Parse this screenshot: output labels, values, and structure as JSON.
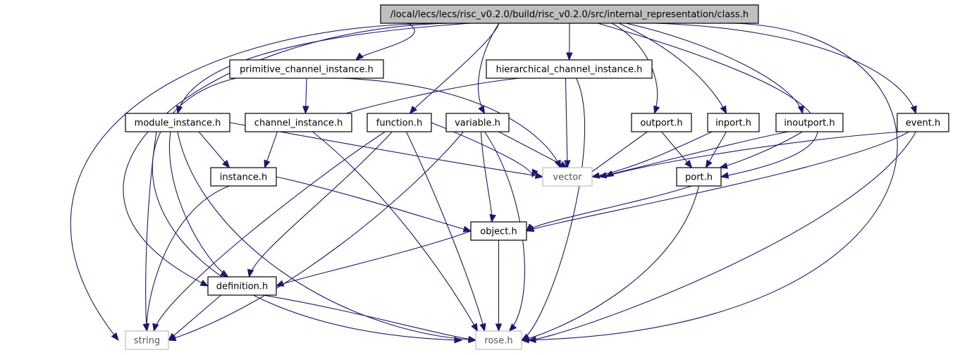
{
  "graph": {
    "root_label": "/local/lecs/lecs/risc_v0.2.0/build/risc_v0.2.0/src/internal_representation/class.h",
    "nodes": {
      "root": "/local/lecs/lecs/risc_v0.2.0/build/risc_v0.2.0/src/internal_representation/class.h",
      "primitive_channel_instance": "primitive_channel_instance.h",
      "hierarchical_channel_instance": "hierarchical_channel_instance.h",
      "module_instance": "module_instance.h",
      "channel_instance": "channel_instance.h",
      "function": "function.h",
      "variable": "variable.h",
      "outport": "outport.h",
      "inport": "inport.h",
      "inoutport": "inoutport.h",
      "event": "event.h",
      "instance": "instance.h",
      "vector": "vector",
      "port": "port.h",
      "object": "object.h",
      "definition": "definition.h",
      "string": "string",
      "rose": "rose.h"
    },
    "system_headers": [
      "vector",
      "string",
      "rose"
    ],
    "colors": {
      "edge": "#191970",
      "root_fill": "#bfbfbf",
      "node_border": "#000000",
      "system_border": "#bfbfbf"
    }
  }
}
